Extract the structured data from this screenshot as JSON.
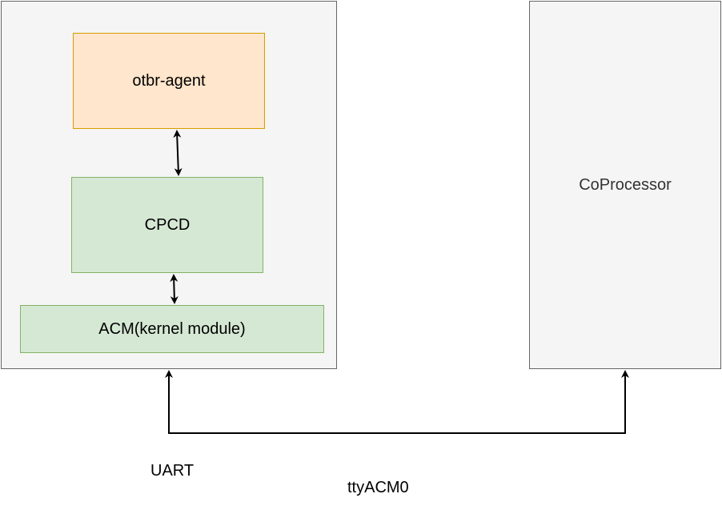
{
  "nodes": {
    "host": {
      "label": ""
    },
    "otbr_agent": {
      "label": "otbr-agent"
    },
    "cpcd": {
      "label": "CPCD"
    },
    "acm": {
      "label": "ACM(kernel module)"
    },
    "coprocessor": {
      "label": "CoProcessor"
    }
  },
  "edge_labels": {
    "uart": "UART",
    "tty": "ttyACM0"
  },
  "colors": {
    "container_fill": "#f5f5f5",
    "container_stroke": "#666666",
    "agent_fill": "#ffe6cc",
    "agent_stroke": "#d79b00",
    "green_fill": "#d5e8d4",
    "green_stroke": "#82b366",
    "arrow": "#000000"
  }
}
